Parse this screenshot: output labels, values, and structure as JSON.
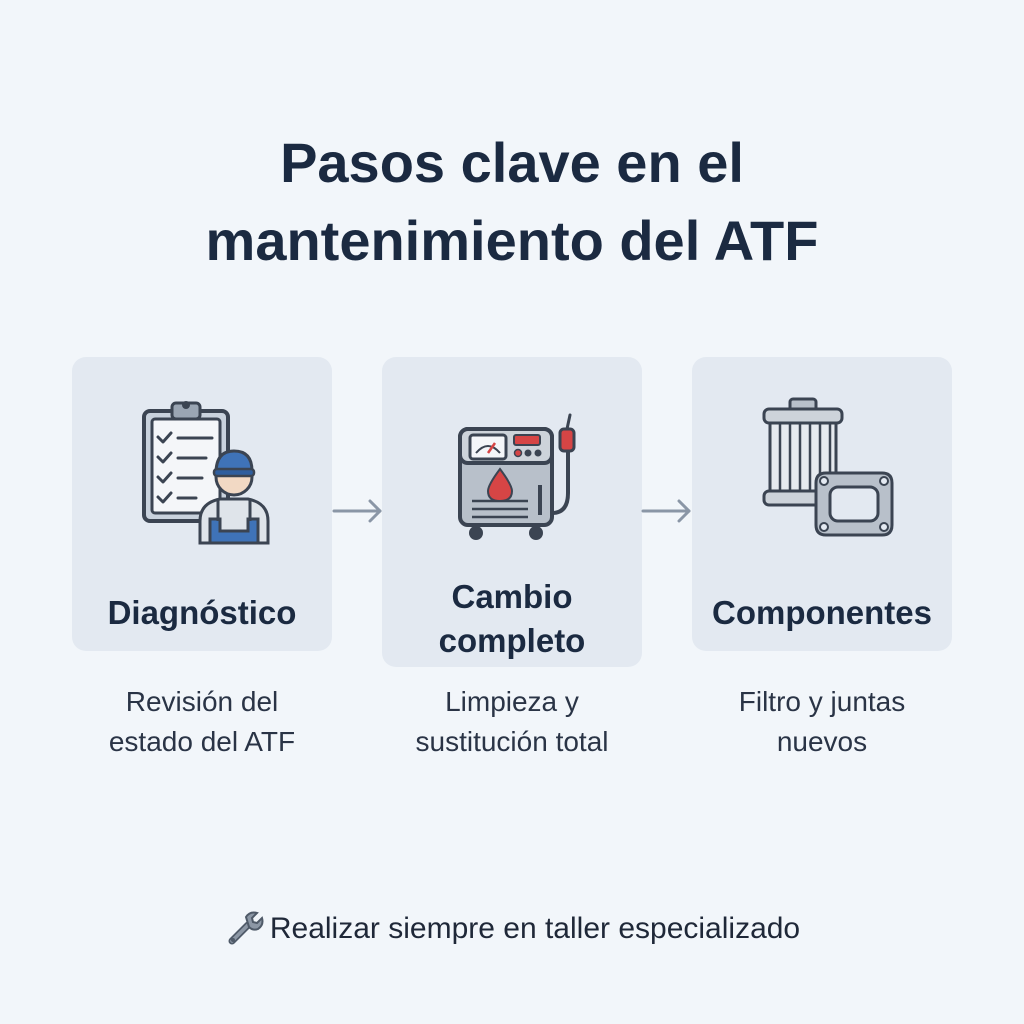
{
  "title": {
    "line1": "Pasos clave en el",
    "line2": "mantenimiento del ATF"
  },
  "steps": [
    {
      "icon": "clipboard-mechanic-icon",
      "title_lines": [
        "Diagnóstico"
      ],
      "description_lines": [
        "Revisión del",
        "estado del ATF"
      ]
    },
    {
      "icon": "atf-exchange-machine-icon",
      "title_lines": [
        "Cambio",
        "completo"
      ],
      "description_lines": [
        "Limpieza y",
        "sustitución total"
      ]
    },
    {
      "icon": "filter-gasket-icon",
      "title_lines": [
        "Componentes"
      ],
      "description_lines": [
        "Filtro y juntas",
        "nuevos"
      ]
    }
  ],
  "footer": {
    "icon": "wrench-icon",
    "text": "Realizar siempre en taller especializado"
  },
  "colors": {
    "background": "#f2f6fa",
    "card": "#e3e9f1",
    "title": "#1b2a41",
    "accent_blue": "#3f73b8",
    "accent_red": "#d64545",
    "arrow": "#8a96a6"
  }
}
